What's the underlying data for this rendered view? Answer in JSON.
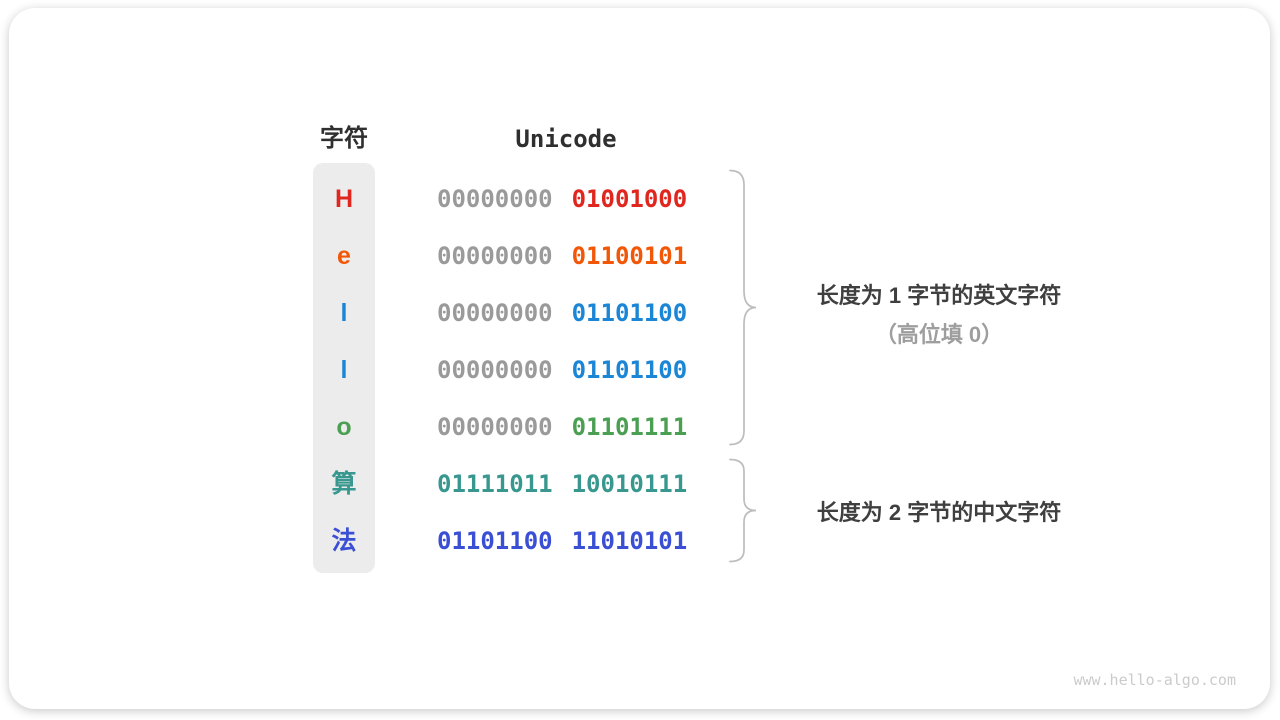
{
  "header": {
    "char_label": "字符",
    "unicode_label": "Unicode"
  },
  "rows": [
    {
      "char": "H",
      "char_color": "#e0271f",
      "byte1": "00000000",
      "byte2": "01001000",
      "byte1_color": "#9a9a9a",
      "byte2_color": "#e0271f"
    },
    {
      "char": "e",
      "char_color": "#f25708",
      "byte1": "00000000",
      "byte2": "01100101",
      "byte1_color": "#9a9a9a",
      "byte2_color": "#f25708"
    },
    {
      "char": "l",
      "char_color": "#1b85d6",
      "byte1": "00000000",
      "byte2": "01101100",
      "byte1_color": "#9a9a9a",
      "byte2_color": "#1b85d6"
    },
    {
      "char": "l",
      "char_color": "#1b85d6",
      "byte1": "00000000",
      "byte2": "01101100",
      "byte1_color": "#9a9a9a",
      "byte2_color": "#1b85d6"
    },
    {
      "char": "o",
      "char_color": "#4a9f52",
      "byte1": "00000000",
      "byte2": "01101111",
      "byte1_color": "#9a9a9a",
      "byte2_color": "#4a9f52"
    },
    {
      "char": "算",
      "char_color": "#38978e",
      "byte1": "01111011",
      "byte2": "10010111",
      "byte1_color": "#38978e",
      "byte2_color": "#38978e"
    },
    {
      "char": "法",
      "char_color": "#3a4fd4",
      "byte1": "01101100",
      "byte2": "11010101",
      "byte1_color": "#3a4fd4",
      "byte2_color": "#3a4fd4"
    }
  ],
  "annotations": {
    "english_group_line1": "长度为 1 字节的英文字符",
    "english_group_line2": "（高位填 0）",
    "chinese_group_line1": "长度为 2 字节的中文字符"
  },
  "colors": {
    "byte_gray": "#9a9a9a",
    "brace": "#bdbdbd",
    "char_column_bg": "#ececec"
  },
  "watermark": "www.hello-algo.com"
}
